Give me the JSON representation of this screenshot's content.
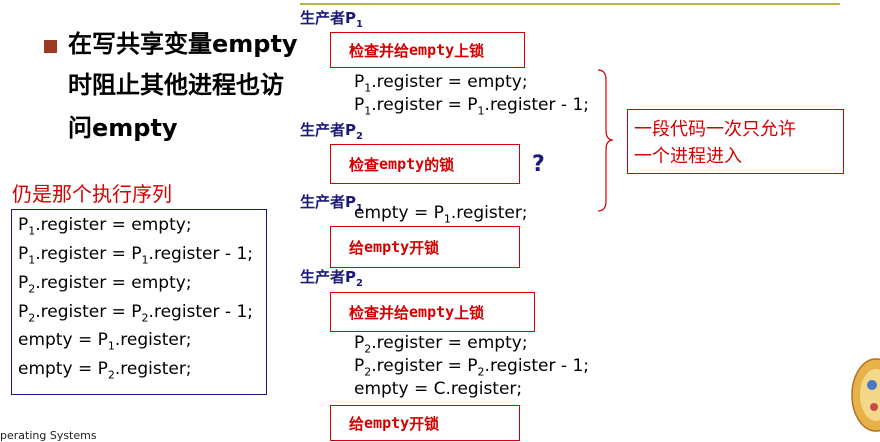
{
  "bullet": {
    "line1": "在写共享变量empty",
    "line2": "时阻止其他进程也访",
    "line3": "问empty"
  },
  "sequence": {
    "title": "仍是那个执行序列",
    "lines": [
      {
        "pre": "P",
        "sub": "1",
        "post": ".register = empty;"
      },
      {
        "pre": "P",
        "sub": "1",
        "mid": ".register = P",
        "sub2": "1",
        "post": ".register - 1;"
      },
      {
        "pre": "P",
        "sub": "2",
        "post": ".register = empty;"
      },
      {
        "pre": "P",
        "sub": "2",
        "mid": ".register = P",
        "sub2": "2",
        "post": ".register - 1;"
      },
      {
        "pre": "empty = P",
        "sub": "1",
        "post": ".register;"
      },
      {
        "pre": "empty = P",
        "sub": "2",
        "post": ".register;"
      }
    ]
  },
  "flow": {
    "producer_label": "生产者",
    "p1": "P",
    "p1_sub": "1",
    "p2": "P",
    "p2_sub": "2",
    "check_lock_prefix": "检查并给",
    "check_lock_suffix": "上锁",
    "check_prefix": "检查",
    "check_suffix": "的锁",
    "unlock_prefix": "给",
    "unlock_suffix": "开锁",
    "var": "empty",
    "code_p1_a_pre": "P",
    "code_p1_a_sub": "1",
    "code_p1_a_post": ".register = empty;",
    "code_p1_b_pre": "P",
    "code_p1_b_sub": "1",
    "code_p1_b_mid": ".register = P",
    "code_p1_b_sub2": "1",
    "code_p1_b_post": ".register - 1;",
    "code_p1_c_pre": "empty = P",
    "code_p1_c_sub": "1",
    "code_p1_c_post": ".register;",
    "code_p2_a_pre": "P",
    "code_p2_a_sub": "2",
    "code_p2_a_post": ".register = empty;",
    "code_p2_b_pre": "P",
    "code_p2_b_sub": "2",
    "code_p2_b_mid": ".register = P",
    "code_p2_b_sub2": "2",
    "code_p2_b_post": ".register - 1;",
    "code_p2_c": "empty = C.register;",
    "question": "?"
  },
  "note": {
    "line1": "一段代码一次只允许",
    "line2": "一个进程进入"
  },
  "footer": {
    "text": "perating Systems"
  },
  "colors": {
    "accent_red": "#d40000",
    "navy": "#1a1a7a",
    "bullet": "#9a3b22",
    "rule": "#b8b24a"
  }
}
